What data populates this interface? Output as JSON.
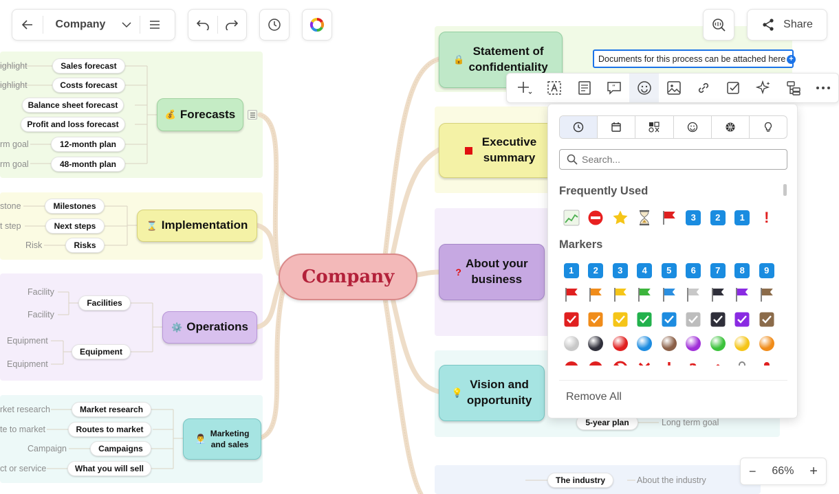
{
  "toolbar": {
    "doc_title": "Company",
    "share_label": "Share"
  },
  "central": {
    "label": "Company"
  },
  "left_topics": {
    "forecasts": {
      "label": "Forecasts",
      "icon": "money-bag-icon",
      "children": [
        {
          "pill": "Sales forecast",
          "note": "ighlight"
        },
        {
          "pill": "Costs forecast",
          "note": "ighlight"
        },
        {
          "pill": "Balance sheet forecast",
          "note": ""
        },
        {
          "pill": "Profit and loss forecast",
          "note": ""
        },
        {
          "pill": "12-month plan",
          "note": "rm goal"
        },
        {
          "pill": "48-month plan",
          "note": "rm goal"
        }
      ]
    },
    "implementation": {
      "label": "Implementation",
      "icon": "hourglass-icon",
      "children": [
        {
          "pill": "Milestones",
          "note": "stone"
        },
        {
          "pill": "Next steps",
          "note": "t step"
        },
        {
          "pill": "Risks",
          "note": "Risk"
        }
      ]
    },
    "operations": {
      "label": "Operations",
      "icon": "gear-icon",
      "children": [
        {
          "pill": "Facilities",
          "notes": [
            "Facility",
            "Facility"
          ]
        },
        {
          "pill": "Equipment",
          "notes": [
            "Equipment",
            "Equipment"
          ]
        }
      ]
    },
    "marketing": {
      "label_line1": "Marketing",
      "label_line2": "and sales",
      "icon": "person-icon",
      "children": [
        {
          "pill": "Market research",
          "note": "rket research"
        },
        {
          "pill": "Routes to market",
          "note": "te to market"
        },
        {
          "pill": "Campaigns",
          "note": "Campaign"
        },
        {
          "pill": "What you will sell",
          "note": "ct or service"
        }
      ]
    }
  },
  "right_topics": {
    "confidentiality": {
      "label_line1": "Statement of",
      "label_line2": "confidentiality",
      "icon": "lock-icon",
      "note_text": "Documents for this process can be attached here"
    },
    "executive": {
      "label_line1": "Executive",
      "label_line2": "summary",
      "icon": "red-square-icon"
    },
    "about": {
      "label_line1": "About your",
      "label_line2": "business",
      "icon": "question-mark-icon"
    },
    "vision": {
      "label_line1": "Vision and",
      "label_line2": "opportunity",
      "icon": "light-bulb-icon",
      "child_pill": "5-year plan",
      "child_note": "Long term goal"
    },
    "industry": {
      "child_pill": "The industry",
      "child_note": "About the industry"
    }
  },
  "emoji_panel": {
    "search_placeholder": "Search...",
    "frequently_used_title": "Frequently Used",
    "markers_title": "Markers",
    "remove_all_label": "Remove All",
    "frequently_used": [
      {
        "icon": "trend-chart-icon"
      },
      {
        "icon": "no-entry-icon"
      },
      {
        "icon": "star-icon"
      },
      {
        "icon": "hourglass-icon"
      },
      {
        "icon": "red-flag-icon"
      },
      {
        "icon": "number-3-icon",
        "label": "3"
      },
      {
        "icon": "number-2-icon",
        "label": "2"
      },
      {
        "icon": "number-1-icon",
        "label": "1"
      },
      {
        "icon": "exclamation-icon",
        "label": "!"
      }
    ],
    "number_markers": [
      "1",
      "2",
      "3",
      "4",
      "5",
      "6",
      "7",
      "8",
      "9"
    ],
    "flag_colors": [
      "#e02020",
      "#f08c1a",
      "#f5c518",
      "#3cb43c",
      "#2b8fe0",
      "#c8c8c8",
      "#2f2f3a",
      "#8a2be2",
      "#8b6b4a"
    ],
    "check_colors": [
      "#e02020",
      "#f08c1a",
      "#f5c518",
      "#22b14c",
      "#1d8ce0",
      "#bdbdbd",
      "#2f2f3a",
      "#8a2be2",
      "#8b6b4a"
    ],
    "dot_colors": [
      "#c8c8c8",
      "#2f2f3a",
      "#e02020",
      "#1d8ce0",
      "#8b6048",
      "#a030d8",
      "#3cc23c",
      "#f5c518",
      "#f08c1a"
    ]
  },
  "zoom": {
    "level": "66%",
    "minus": "−",
    "plus": "+"
  },
  "colors": {
    "accent": "#1a73e8",
    "forecasts_fill": "#c5ecc5",
    "implementation_fill": "#f4f2a6",
    "operations_fill": "#d8c0ee",
    "marketing_fill": "#a6e4e2",
    "executive_fill": "#f4f2a6",
    "about_fill": "#c6a8e2",
    "vision_fill": "#a6e4e2",
    "confidentiality_fill": "#bfe8c8"
  }
}
